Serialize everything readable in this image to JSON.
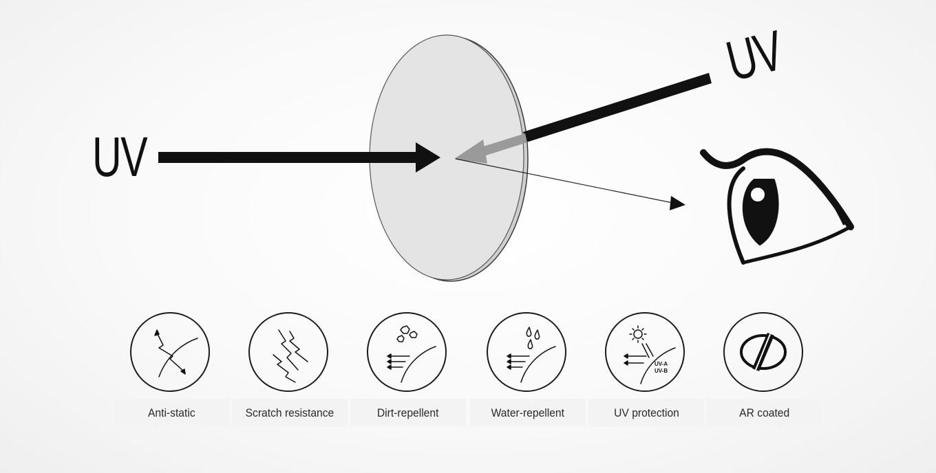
{
  "diagram": {
    "uv_left_label": "UV",
    "uv_right_label": "UV"
  },
  "features": [
    {
      "label": "Anti-static",
      "icon": "anti-static-icon"
    },
    {
      "label": "Scratch resistance",
      "icon": "scratch-resistance-icon"
    },
    {
      "label": "Dirt-repellent",
      "icon": "dirt-repellent-icon"
    },
    {
      "label": "Water-repellent",
      "icon": "water-repellent-icon"
    },
    {
      "label": "UV protection",
      "icon": "uv-protection-icon",
      "sub_labels": [
        "UV-A",
        "UV-B"
      ]
    },
    {
      "label": "AR coated",
      "icon": "ar-coated-icon"
    }
  ],
  "colors": {
    "ink": "#111111",
    "lens_fill": "#e4e4e4",
    "reflected_arrow": "#9a9a9a",
    "label_bar": "#f3f3f3"
  }
}
